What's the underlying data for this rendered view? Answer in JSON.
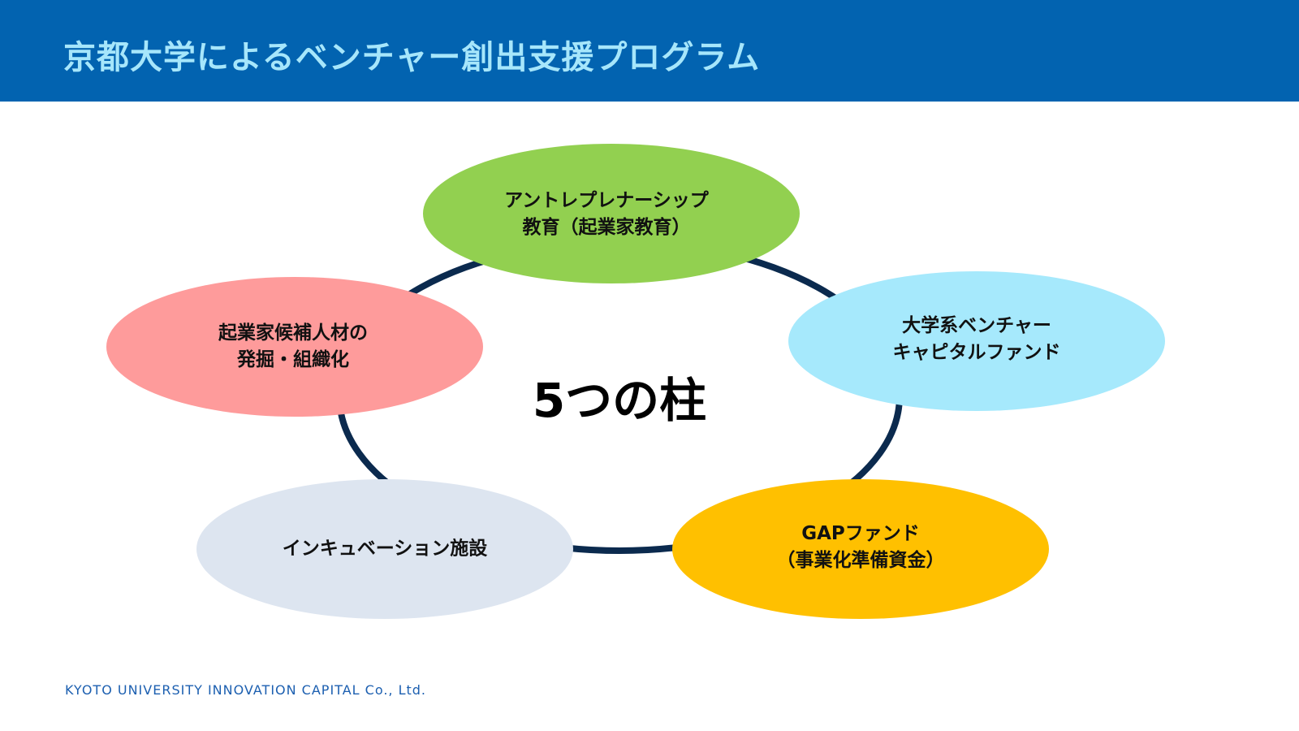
{
  "header": {
    "title": "京都大学によるベンチャー創出支援プログラム"
  },
  "diagram": {
    "center_label": "5つの柱",
    "ring_color": "#0b2a4e",
    "pillars": [
      {
        "id": "entrepreneurship",
        "line1": "アントレプレナーシップ",
        "line2": "教育（起業家教育）",
        "color": "#92d050"
      },
      {
        "id": "vc-fund",
        "line1": "大学系ベンチャー",
        "line2": "キャピタルファンド",
        "color": "#a6e9fc"
      },
      {
        "id": "gap-fund",
        "line1": "GAPファンド",
        "line2": "（事業化準備資金）",
        "color": "#ffc000"
      },
      {
        "id": "incubation",
        "line1": "インキュベーション施設",
        "line2": "",
        "color": "#dde5f0"
      },
      {
        "id": "talent",
        "line1": "起業家候補人材の",
        "line2": "発掘・組織化",
        "color": "#fe9b9b"
      }
    ]
  },
  "footer": {
    "company": "KYOTO UNIVERSITY INNOVATION CAPITAL Co., Ltd."
  }
}
